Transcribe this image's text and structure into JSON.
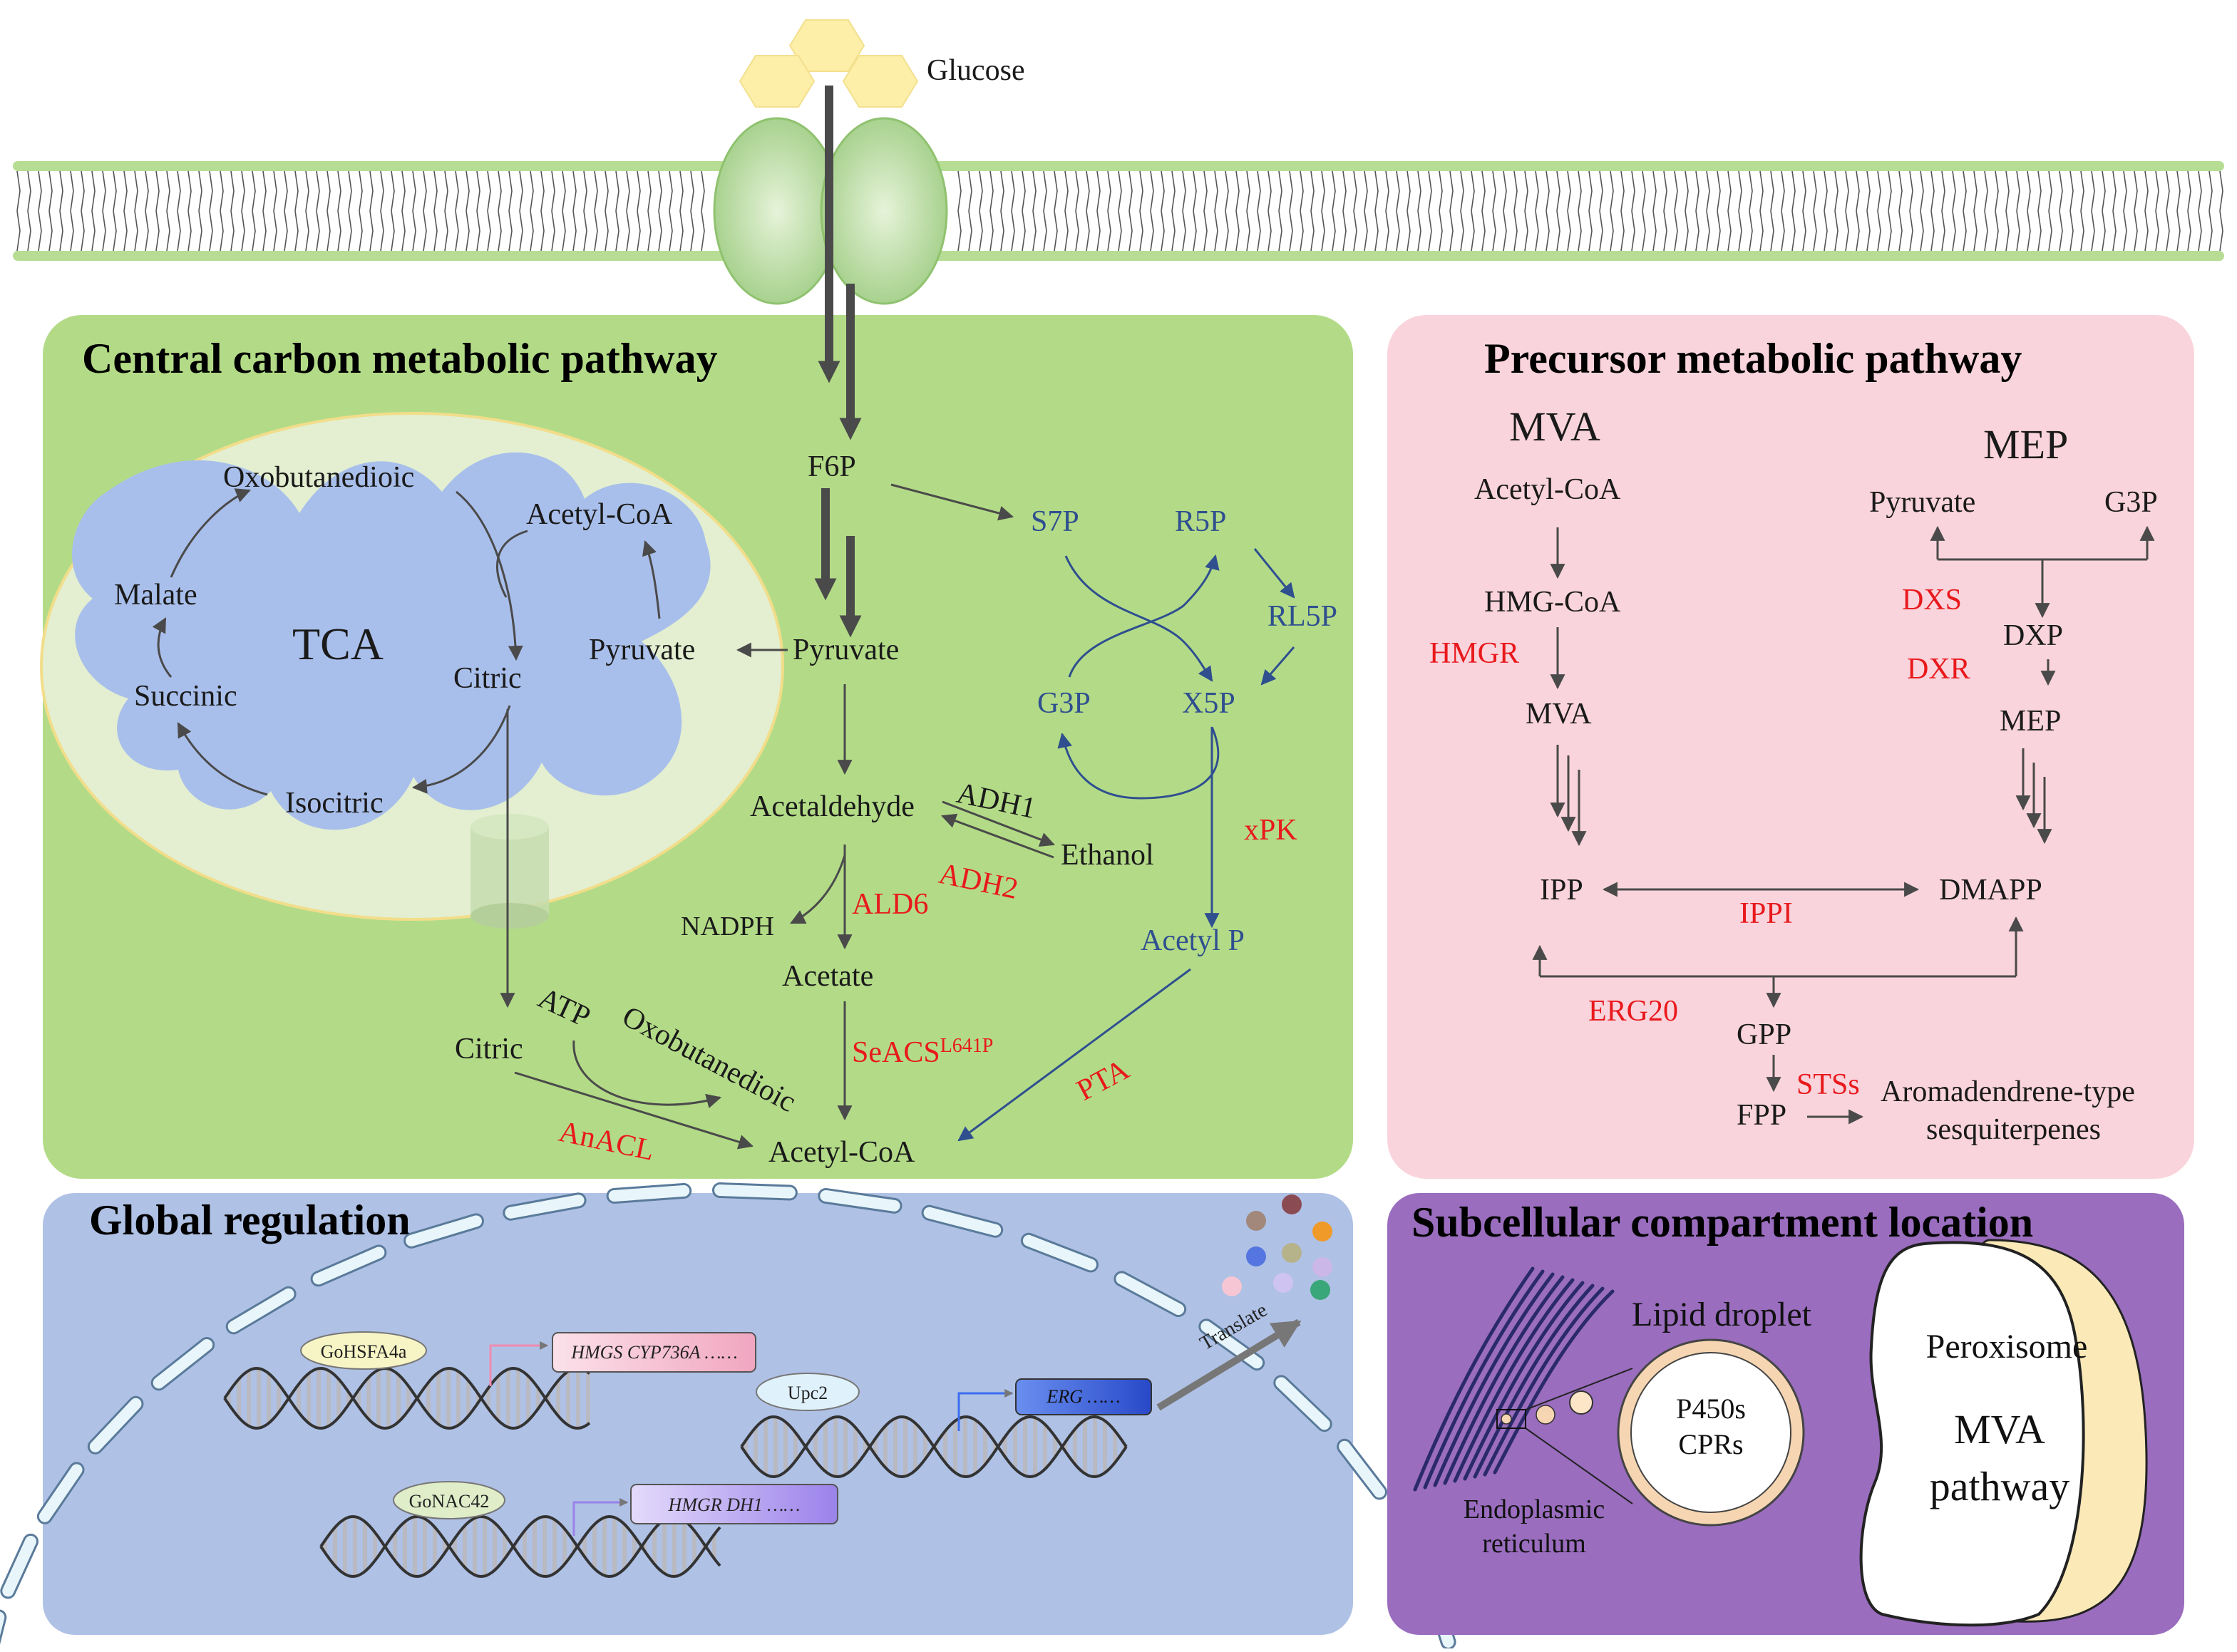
{
  "membrane": {
    "glucose": "Glucose"
  },
  "central": {
    "title": "Central carbon metabolic pathway",
    "tca": "TCA",
    "oxobutanedioic": "Oxobutanedioic",
    "acetyl_coa_mito": "Acetyl-CoA",
    "malate": "Malate",
    "citric_mito": "Citric",
    "pyruvate_mito": "Pyruvate",
    "succinic": "Succinic",
    "isocitric": "Isocitric",
    "f6p": "F6P",
    "pyruvate": "Pyruvate",
    "s7p": "S7P",
    "r5p": "R5P",
    "rl5p": "RL5P",
    "g3p": "G3P",
    "x5p": "X5P",
    "acetaldehyde": "Acetaldehyde",
    "adh1": "ADH1",
    "adh2": "ADH2",
    "ethanol": "Ethanol",
    "nadph": "NADPH",
    "ald6": "ALD6",
    "acetate": "Acetate",
    "xpk": "xPK",
    "acetyl_p": "Acetyl P",
    "citric_cyto": "Citric",
    "atp": "ATP",
    "oxobutanedioic_cyto": "Oxobutanedioic",
    "seacs": "SeACS",
    "seacs_sup": "L641P",
    "pta": "PTA",
    "anacl": "AnACL",
    "acetyl_coa": "Acetyl-CoA"
  },
  "precursor": {
    "title": "Precursor metabolic pathway",
    "mva_header": "MVA",
    "mep_header": "MEP",
    "acetyl_coa": "Acetyl-CoA",
    "hmg_coa": "HMG-CoA",
    "hmgr": "HMGR",
    "mva": "MVA",
    "pyruvate": "Pyruvate",
    "g3p": "G3P",
    "dxs": "DXS",
    "dxp": "DXP",
    "dxr": "DXR",
    "mep": "MEP",
    "ipp": "IPP",
    "ippi": "IPPI",
    "dmapp": "DMAPP",
    "erg20": "ERG20",
    "gpp": "GPP",
    "fpp": "FPP",
    "stss": "STSs",
    "product_line1": "Aromadendrene-type",
    "product_line2": "sesquiterpenes"
  },
  "global": {
    "title": "Global regulation",
    "tf1": "GoHSFA4a",
    "genes1": "HMGS  CYP736A ……",
    "tf2": "Upc2",
    "genes2": "ERG ……",
    "tf3": "GoNAC42",
    "genes3": "HMGR  DH1 ……",
    "translate": "Translate"
  },
  "subcellular": {
    "title": "Subcellular compartment location",
    "lipid_droplet": "Lipid droplet",
    "p450s": "P450s",
    "cprs": "CPRs",
    "er_line1": "Endoplasmic",
    "er_line2": "reticulum",
    "peroxisome": "Peroxisome",
    "mva_line1": "MVA",
    "mva_line2": "pathway"
  }
}
